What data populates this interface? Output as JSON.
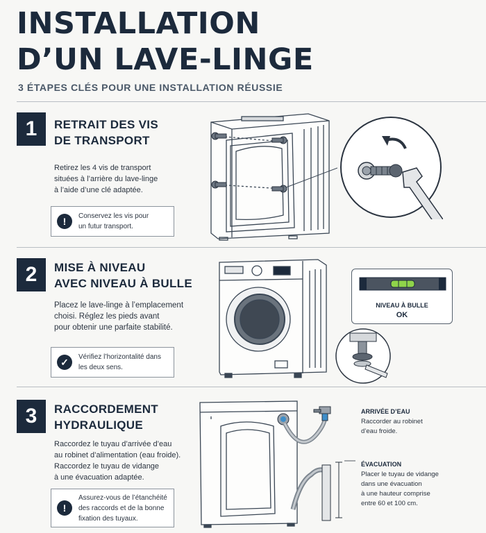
{
  "header": {
    "title_line1": "INSTALLATION",
    "title_line2": "D’UN LAVE-LINGE",
    "subtitle": "3 ÉTAPES CLÉS POUR UNE INSTALLATION RÉUSSIE"
  },
  "steps": [
    {
      "number": "1",
      "title_line1": "RETRAIT DES VIS",
      "title_line2": "DE TRANSPORT",
      "desc_lines": [
        "Retirez les 4 vis de transport",
        "situées à l’arrière du lave-linge",
        "à l’aide d’une clé adaptée."
      ],
      "tip_icon": "exclamation-icon",
      "tip_lines": [
        "Conservez les vis pour",
        "un futur transport."
      ]
    },
    {
      "number": "2",
      "title_line1": "MISE À NIVEAU",
      "title_line2": "AVEC NIVEAU À BULLE",
      "desc_lines": [
        "Placez le lave-linge à l’emplacement",
        "choisi. Réglez les pieds avant",
        "pour obtenir une parfaite stabilité."
      ],
      "tip_icon": "checkmark-icon",
      "tip_lines": [
        "Vérifiez l’horizontalité dans",
        "les deux sens."
      ],
      "level_label": "NIVEAU À BULLE",
      "level_status": "OK"
    },
    {
      "number": "3",
      "title_line1": "RACCORDEMENT",
      "title_line2": "HYDRAULIQUE",
      "desc_lines": [
        "Raccordez le tuyau d’arrivée d’eau",
        "au robinet d’alimentation (eau froide).",
        "Raccordez le tuyau de vidange",
        "à une évacuation adaptée."
      ],
      "tip_icon": "exclamation-icon",
      "tip_lines": [
        "Assurez-vous de l’étanchéité",
        "des raccords et de la bonne",
        "fixation des tuyaux."
      ],
      "inlet_title": "ARRIVÉE D’EAU",
      "inlet_lines": [
        "Raccorder au robinet",
        "d’eau froide."
      ],
      "drain_title": "ÉVACUATION",
      "drain_lines": [
        "Placer le tuyau de vidange",
        "dans une évacuation",
        "à une hauteur comprise",
        "entre 60 et 100 cm."
      ]
    }
  ],
  "colors": {
    "navy": "#1c2a3c",
    "level_green": "#8fd44a"
  }
}
